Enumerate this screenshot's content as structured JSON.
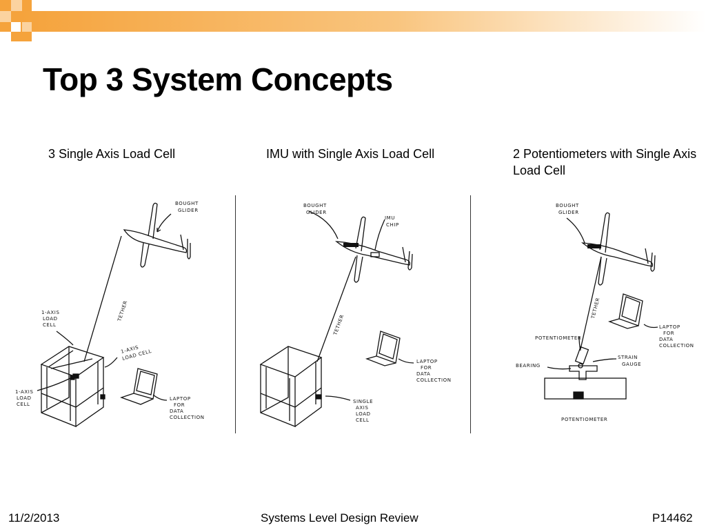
{
  "slide": {
    "title": "Top 3 System Concepts"
  },
  "concepts": [
    {
      "caption": "3 Single Axis Load Cell",
      "labels": {
        "glider": [
          "BOUGHT",
          "GLIDER"
        ],
        "tether": "TETHER",
        "load_cell_top": [
          "1-AXIS",
          "LOAD",
          "CELL"
        ],
        "load_cell_mid": [
          "1-AXIS",
          "LOAD CELL"
        ],
        "load_cell_left": [
          "1-AXIS",
          "LOAD",
          "CELL"
        ],
        "laptop": [
          "LAPTOP",
          "FOR",
          "DATA",
          "COLLECTION"
        ]
      }
    },
    {
      "caption": "IMU with Single Axis Load Cell",
      "labels": {
        "glider": [
          "BOUGHT",
          "GLIDER"
        ],
        "imu": [
          "IMU",
          "CHIP"
        ],
        "tether": "TETHER",
        "laptop": [
          "LAPTOP",
          "FOR",
          "DATA",
          "COLLECTION"
        ],
        "load_cell": [
          "SINGLE",
          "AXIS",
          "LOAD",
          "CELL"
        ]
      }
    },
    {
      "caption": "2 Potentiometers with Single Axis Load Cell",
      "labels": {
        "glider": [
          "BOUGHT",
          "GLIDER"
        ],
        "tether": "TETHER",
        "laptop": [
          "LAPTOP",
          "FOR",
          "DATA",
          "COLLECTION"
        ],
        "pot_top": "POTENTIOMETER",
        "strain": [
          "STRAIN",
          "GAUGE"
        ],
        "bearing": "BEARING",
        "pot_bottom": "POTENTIOMETER"
      }
    }
  ],
  "footer": {
    "date": "11/2/2013",
    "center": "Systems Level Design Review",
    "id": "P14462"
  },
  "colors": {
    "accent_orange": "#f5a33c",
    "accent_light": "#fbd3a0"
  }
}
